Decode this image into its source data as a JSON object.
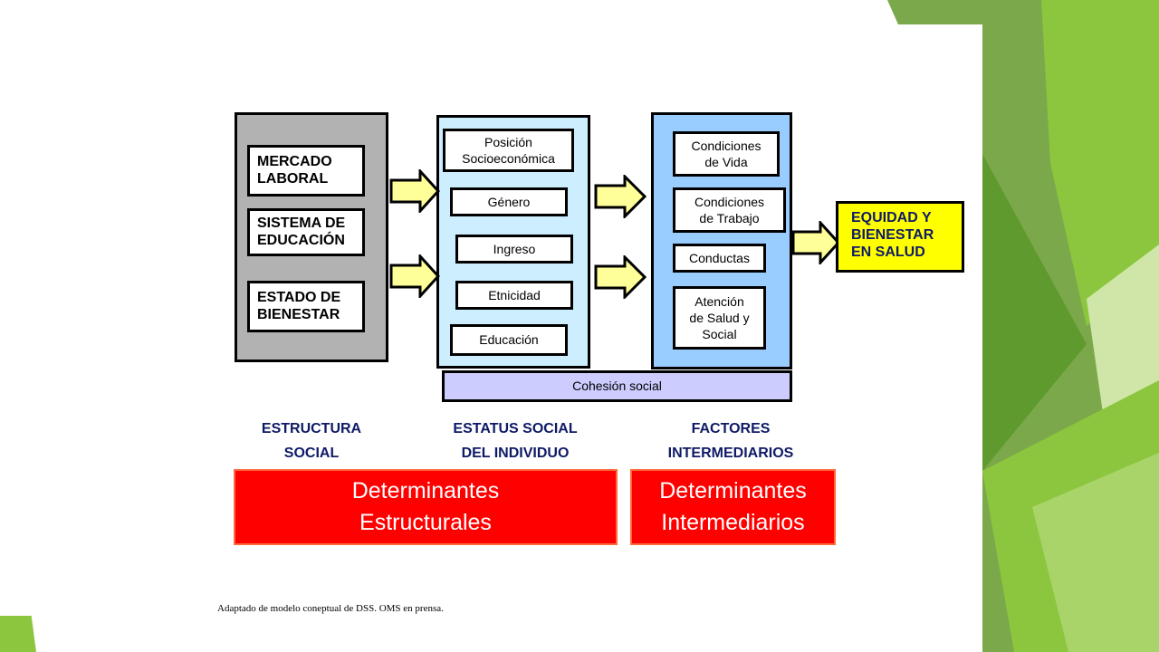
{
  "diagram": {
    "columns": {
      "structure": {
        "boxes": [
          "MERCADO\nLABORAL",
          "SISTEMA DE\nEDUCACIÓN",
          "ESTADO DE\nBIENESTAR"
        ]
      },
      "status": {
        "boxes": [
          "Posición\nSocioeconómica",
          "Género",
          "Ingreso",
          "Etnicidad",
          "Educación"
        ]
      },
      "intermediate": {
        "boxes": [
          "Condiciones\nde Vida",
          "Condiciones\nde Trabajo",
          "Conductas",
          "Atención\nde Salud y\nSocial"
        ]
      }
    },
    "cohesion_label": "Cohesión social",
    "outcome_label": "EQUIDAD Y\nBIENESTAR\nEN SALUD",
    "column_labels": {
      "structure": "ESTRUCTURA\nSOCIAL",
      "status": "ESTATUS SOCIAL\nDEL INDIVIDUO",
      "intermediate": "FACTORES\nINTERMEDIARIOS"
    },
    "determinants": {
      "structural": "Determinantes\nEstructurales",
      "intermediate": "Determinantes\nIntermediarios"
    }
  },
  "caption": "Adaptado de modelo coneptual de DSS. OMS en prensa.",
  "colors": {
    "gray_column": "#b2b2b2",
    "light_blue_column": "#cceeff",
    "blue_column": "#99ccff",
    "cohesion_bar": "#ccccff",
    "arrow_fill": "#ffff99",
    "outcome_fill": "#ffff00",
    "determinant_fill": "#ff0000",
    "label_text": "#0f1a66",
    "green_accent": "#8cc63f"
  }
}
